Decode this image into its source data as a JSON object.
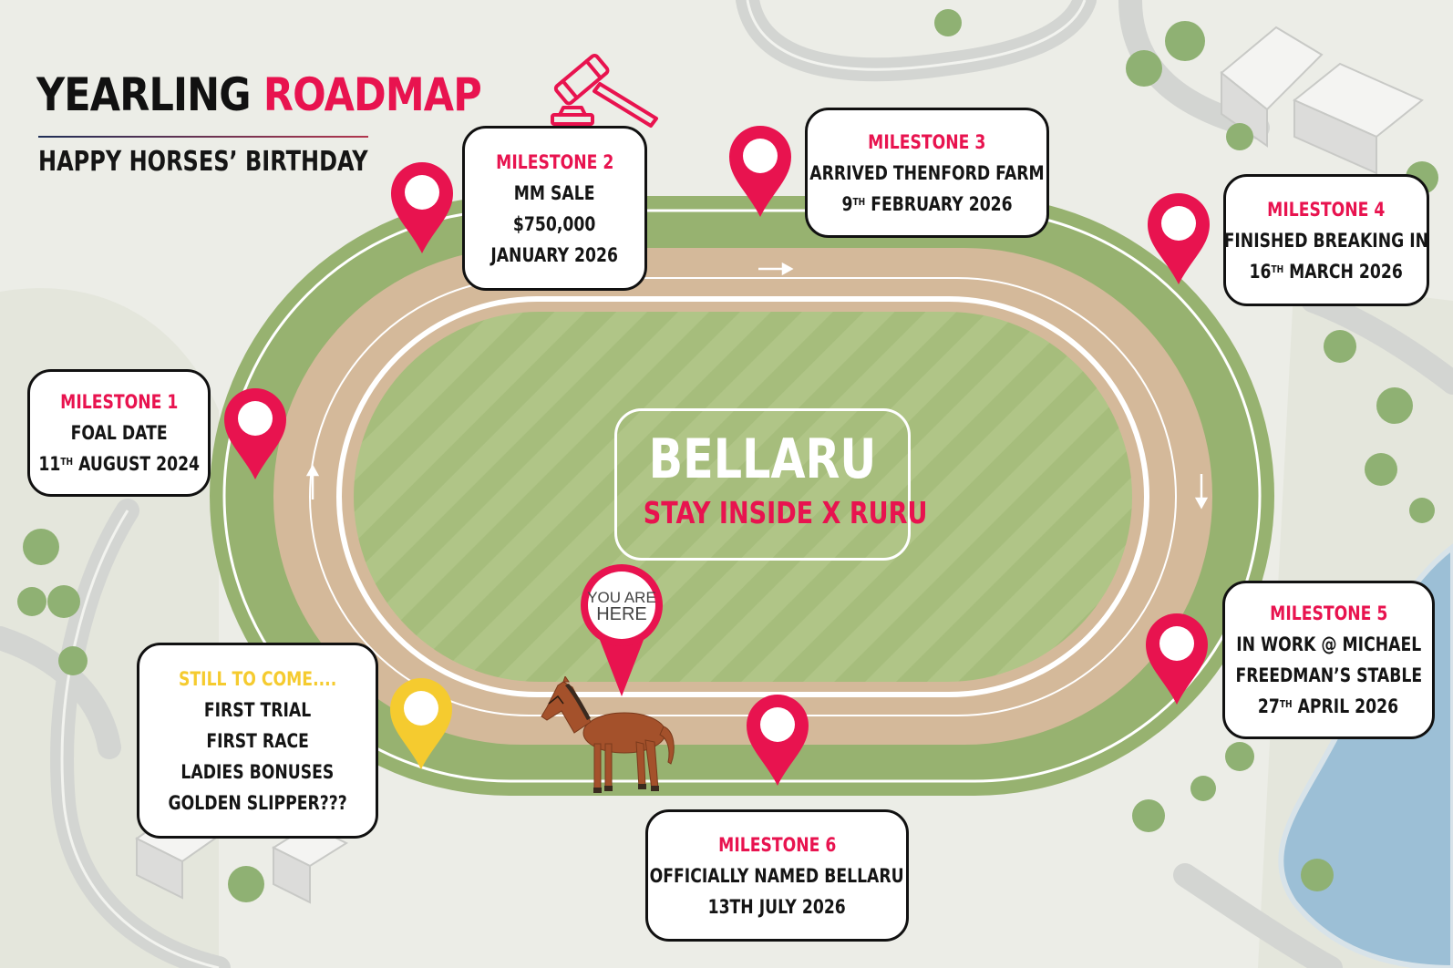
{
  "header": {
    "title_part1": "YEARLING",
    "title_part2": "ROADMAP",
    "subtitle": "HAPPY HORSES’ BIRTHDAY"
  },
  "center": {
    "horse_name": "BELLARU",
    "breeding": "STAY INSIDE X RURU"
  },
  "you_are_here": {
    "line1": "YOU ARE",
    "line2": "HERE"
  },
  "milestones": [
    {
      "heading": "MILESTONE 1",
      "line1": "FOAL DATE",
      "date_day": "11",
      "date_suffix": "TH",
      "date_rest": "AUGUST 2024"
    },
    {
      "heading": "MILESTONE 2",
      "line1": "MM SALE",
      "line2": "$750,000",
      "line3": "JANUARY 2026"
    },
    {
      "heading": "MILESTONE 3",
      "line1": "ARRIVED THENFORD FARM",
      "date_day": "9",
      "date_suffix": "TH",
      "date_rest": "FEBRUARY 2026"
    },
    {
      "heading": "MILESTONE 4",
      "line1": "FINISHED BREAKING IN",
      "date_day": "16",
      "date_suffix": "TH",
      "date_rest": "MARCH 2026"
    },
    {
      "heading": "MILESTONE 5",
      "line1": "IN WORK @ MICHAEL",
      "line2": "FREEDMAN’S STABLE",
      "date_day": "27",
      "date_suffix": "TH",
      "date_rest": "APRIL 2026"
    },
    {
      "heading": "MILESTONE 6",
      "line1": "OFFICIALLY NAMED BELLARU",
      "line2": "13TH JULY 2026"
    }
  ],
  "still_to_come": {
    "heading": "STILL TO COME....",
    "items": [
      "FIRST TRIAL",
      "FIRST RACE",
      "LADIES BONUSES",
      "GOLDEN SLIPPER???"
    ]
  },
  "colors": {
    "accent": "#e8134f",
    "gold": "#f5cb2f",
    "grass": "#a9bf7e",
    "track": "#d4b99a",
    "text": "#151515"
  },
  "icons": [
    "map-pin-icon",
    "gavel-icon",
    "horse-icon",
    "direction-arrow-icon"
  ]
}
